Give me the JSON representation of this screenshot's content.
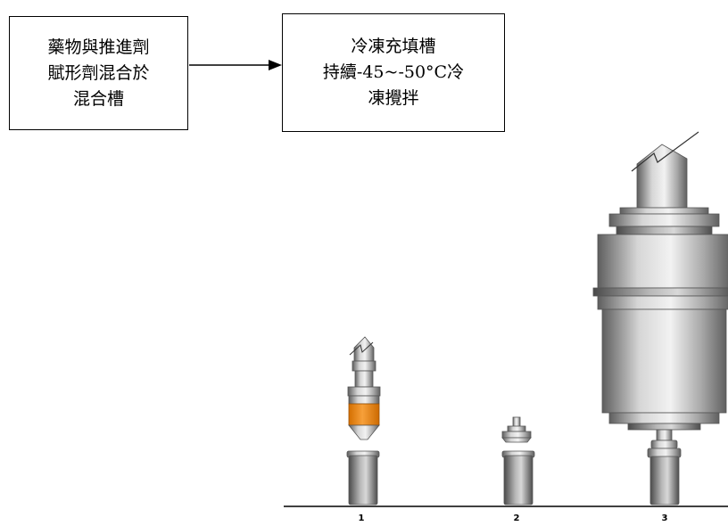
{
  "process_box_1": {
    "lines": [
      "藥物與推進劑",
      "賦形劑混合於",
      "混合槽"
    ]
  },
  "process_box_2": {
    "lines": [
      "冷凍充填槽",
      "持續-45~-50°C冷",
      "凍攪拌"
    ]
  },
  "stations": [
    {
      "label": "1"
    },
    {
      "label": "2"
    },
    {
      "label": "3"
    }
  ],
  "colors": {
    "metal_dark": "#6b6b6b",
    "metal_light": "#e6e6e6",
    "nozzle_accent": "#f28c1a",
    "line": "#000000"
  }
}
